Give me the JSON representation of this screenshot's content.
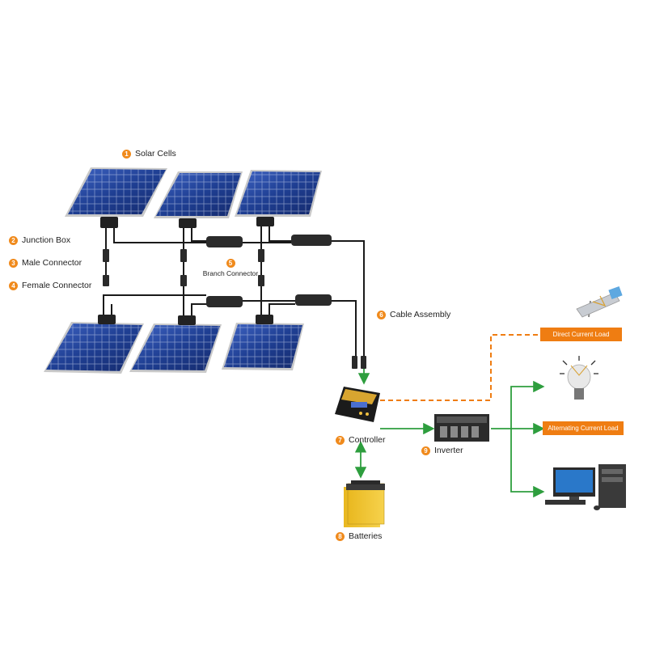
{
  "labels": {
    "solar_cells": {
      "num": "1",
      "text": "Solar Cells"
    },
    "junction_box": {
      "num": "2",
      "text": "Junction  Box"
    },
    "male_connector": {
      "num": "3",
      "text": "Male  Connector"
    },
    "female_connector": {
      "num": "4",
      "text": "Female  Connector"
    },
    "branch_connector": {
      "num": "5",
      "text": "Branch Connector"
    },
    "cable_assembly": {
      "num": "6",
      "text": "Cable Assembly"
    },
    "controller": {
      "num": "7",
      "text": "Controller"
    },
    "batteries": {
      "num": "8",
      "text": "Batteries"
    },
    "inverter": {
      "num": "9",
      "text": "Inverter"
    }
  },
  "loads": {
    "dc": "Direct  Current Load",
    "ac": "Alternating Current Load"
  },
  "colors": {
    "accent": "#f08a1c",
    "arrow": "#2e9e3e",
    "panel": "#1f3f93",
    "cable": "#1a1a1a"
  }
}
